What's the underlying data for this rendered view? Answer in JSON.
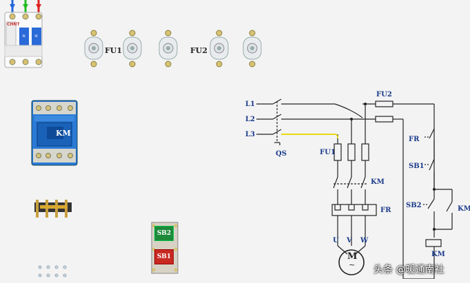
{
  "breaker": {
    "brand": "CHNT"
  },
  "fuse_labels": {
    "fu1": "FU1",
    "fu2": "FU2"
  },
  "contactor": {
    "label": "KM"
  },
  "buttons": {
    "sb2": "SB2",
    "sb1": "SB1"
  },
  "schematic": {
    "lines": [
      "L1",
      "L2",
      "L3"
    ],
    "qs": "QS",
    "fu1": "FU1",
    "fu2": "FU2",
    "km": "KM",
    "fr": "FR",
    "terminals": [
      "U",
      "V",
      "W"
    ],
    "motor": "M",
    "motor_symbol": "~",
    "ctrl_fr": "FR",
    "ctrl_sb1": "SB1",
    "ctrl_sb2": "SB2",
    "ctrl_km": "KM",
    "coil_km": "KM"
  },
  "watermark": {
    "text": "头条 @暖通南社"
  },
  "colors": {
    "wire_yellow": "#e8d800",
    "wire_green": "#22bb22",
    "wire_red": "#dd2222",
    "label_blue": "#1a3a8a",
    "contactor_blue": "#2277cc"
  }
}
